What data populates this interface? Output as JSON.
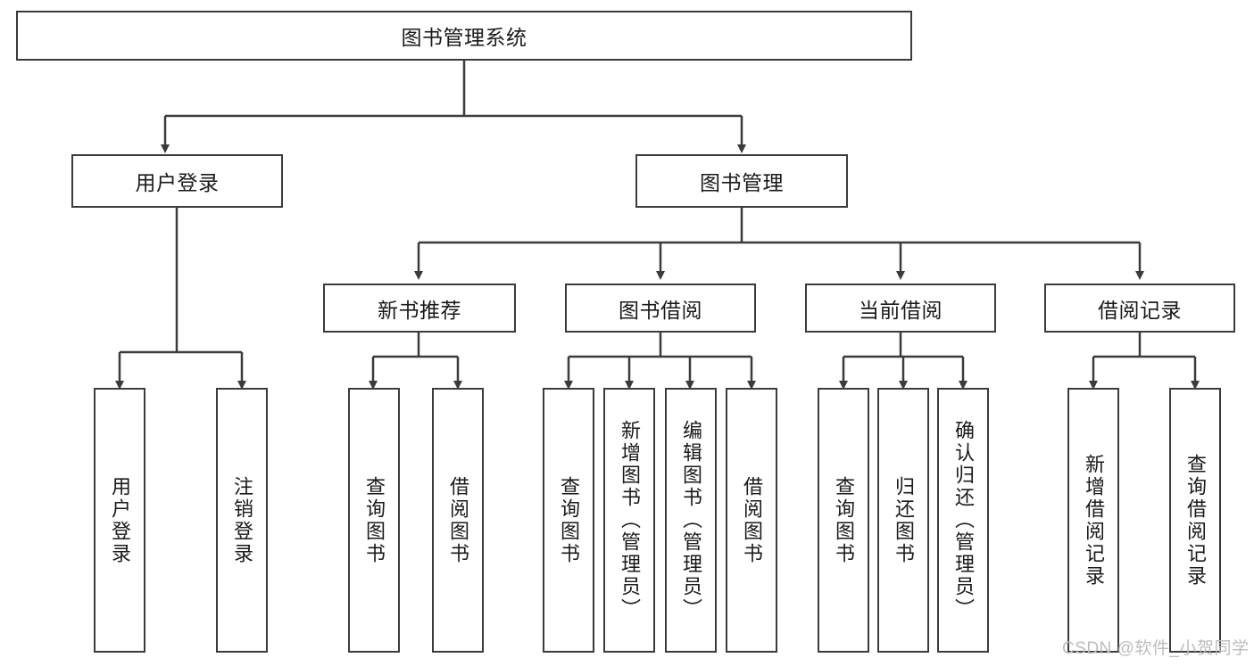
{
  "diagram": {
    "title": "图书管理系统",
    "type": "tree-hierarchy-diagram",
    "colors": {
      "border": "#3b3b3b",
      "fill": "#ffffff",
      "text": "#1a1a1a",
      "watermark": "#bdbdbd"
    },
    "root": {
      "label": "图书管理系统"
    },
    "level2": [
      {
        "label": "用户登录"
      },
      {
        "label": "图书管理"
      }
    ],
    "level3": [
      {
        "label": "新书推荐"
      },
      {
        "label": "图书借阅"
      },
      {
        "label": "当前借阅"
      },
      {
        "label": "借阅记录"
      }
    ],
    "leaves": {
      "user_login": [
        {
          "label": "用户登录"
        },
        {
          "label": "注销登录"
        }
      ],
      "new_book_recommend": [
        {
          "label": "查询图书"
        },
        {
          "label": "借阅图书"
        }
      ],
      "book_borrow": [
        {
          "label": "查询图书"
        },
        {
          "label": "新增图书（管理员）"
        },
        {
          "label": "编辑图书（管理员）"
        },
        {
          "label": "借阅图书"
        }
      ],
      "current_borrow": [
        {
          "label": "查询图书"
        },
        {
          "label": "归还图书"
        },
        {
          "label": "确认归还（管理员）"
        }
      ],
      "borrow_record": [
        {
          "label": "新增借阅记录"
        },
        {
          "label": "查询借阅记录"
        }
      ]
    }
  },
  "watermark": {
    "text": "CSDN @软件_小贺同学"
  }
}
